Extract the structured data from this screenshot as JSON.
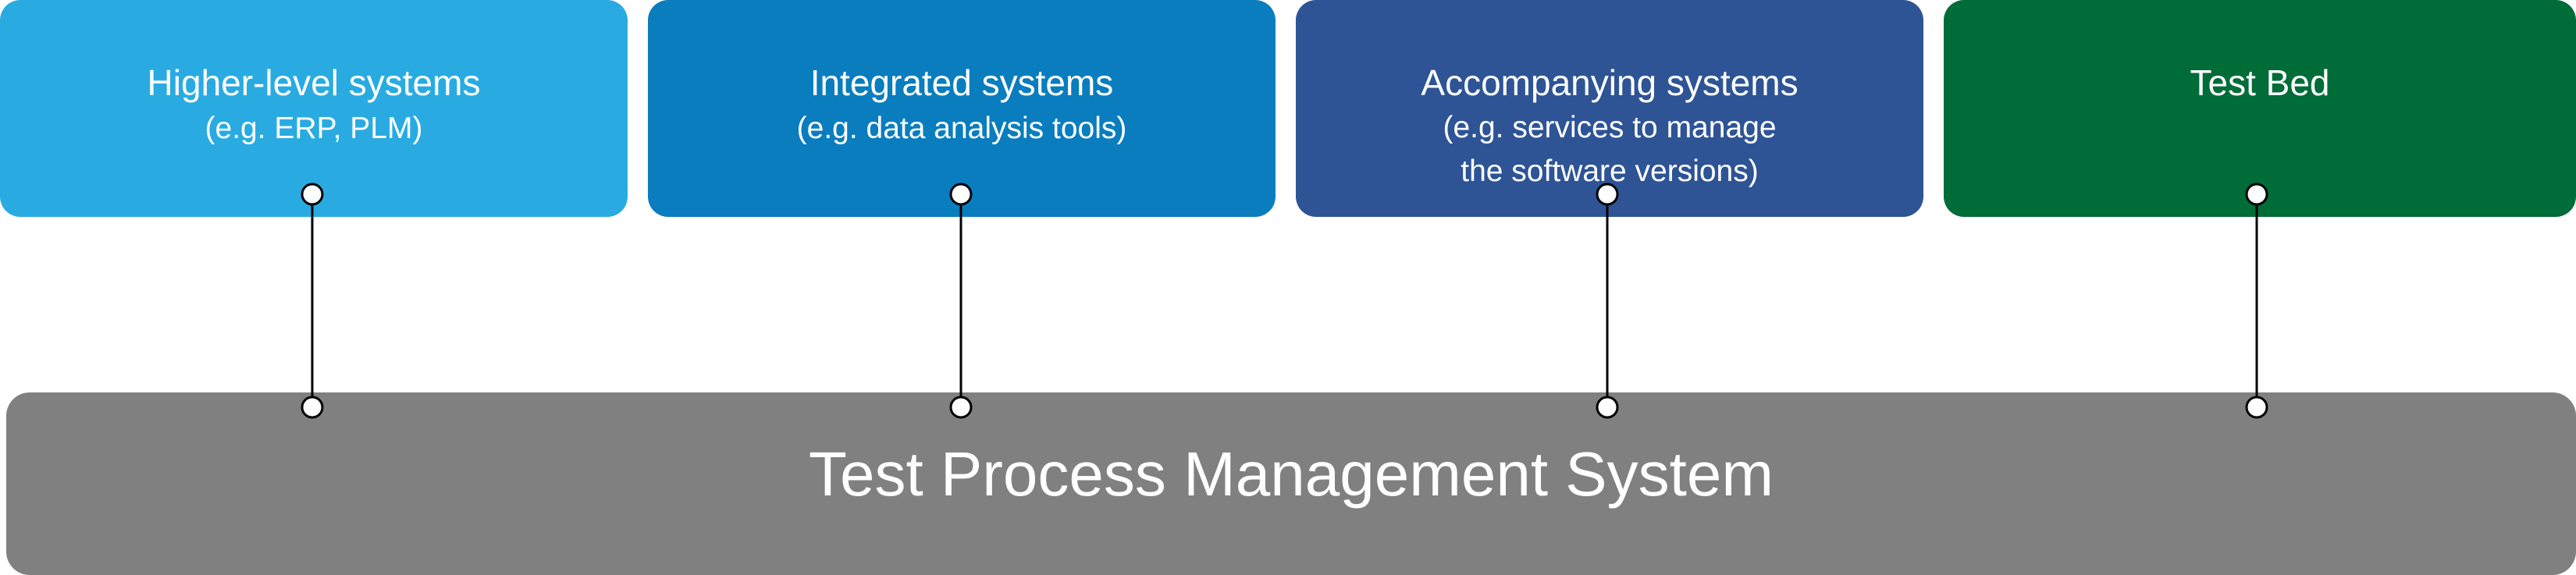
{
  "colors": {
    "box_1": "#29abe2",
    "box_2": "#0a7dbf",
    "box_3": "#2e5496",
    "box_4": "#006c38",
    "bottom_bar": "#808080",
    "text": "#ffffff",
    "connector": "#000000"
  },
  "boxes": [
    {
      "title": "Higher-level systems",
      "subtitle": [
        "(e.g. ERP, PLM)"
      ]
    },
    {
      "title": "Integrated systems",
      "subtitle": [
        "(e.g. data analysis tools)"
      ]
    },
    {
      "title": "Accompanying systems",
      "subtitle": [
        "(e.g. services to manage",
        "the software versions)"
      ]
    },
    {
      "title": "Test Bed",
      "subtitle": []
    }
  ],
  "bottom": {
    "title": "Test Process Management System"
  },
  "connections": [
    {
      "from": "Higher-level systems",
      "to": "Test Process Management System"
    },
    {
      "from": "Integrated systems",
      "to": "Test Process Management System"
    },
    {
      "from": "Accompanying systems",
      "to": "Test Process Management System"
    },
    {
      "from": "Test Bed",
      "to": "Test Process Management System"
    }
  ]
}
